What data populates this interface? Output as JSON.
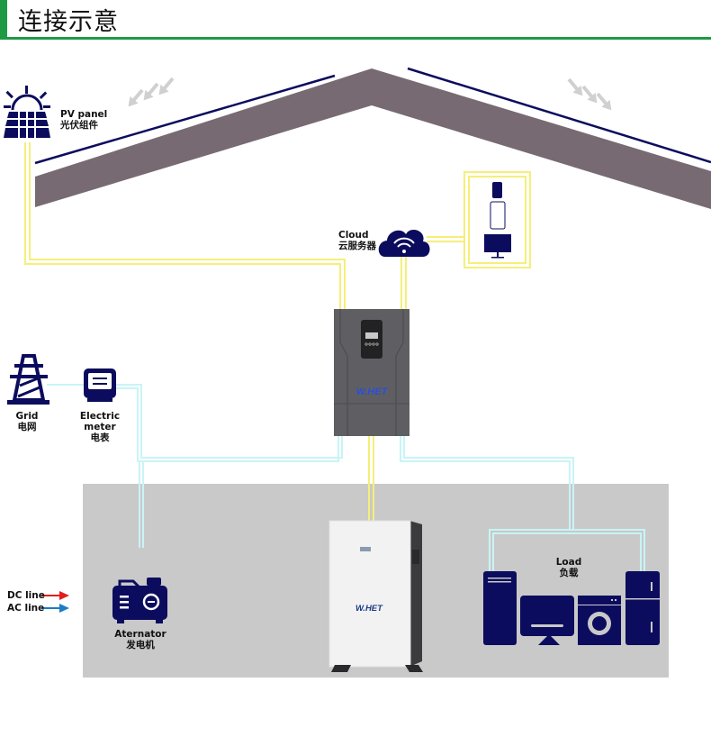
{
  "header": {
    "title": "连接示意",
    "accent_color": "#1e9a45"
  },
  "colors": {
    "icon_navy": "#0c0c5e",
    "roof": "#776a72",
    "dc_wire": "#f5ef7a",
    "ac_wire": "#c8f4f6",
    "floor": "#c9c9c9",
    "dc_legend": "#e21d1d",
    "ac_legend": "#1b7dc4"
  },
  "components": {
    "pv_panel": {
      "en": "PV panel",
      "zh": "光伏组件",
      "icon": "solar-panel-icon"
    },
    "cloud": {
      "en": "Cloud",
      "zh": "云服务器",
      "icon": "cloud-wifi-icon"
    },
    "devices": {
      "icons": [
        "phone-icon",
        "tablet-icon",
        "monitor-icon"
      ]
    },
    "inverter": {
      "brand": "W.HET",
      "icon": "inverter-icon"
    },
    "grid": {
      "en": "Grid",
      "zh": "电网",
      "icon": "power-tower-icon"
    },
    "meter": {
      "en": "Electric meter",
      "zh": "电表",
      "icon": "electric-meter-icon"
    },
    "battery": {
      "brand": "W.HET",
      "icon": "battery-icon"
    },
    "alternator": {
      "en": "Aternator",
      "zh": "发电机",
      "icon": "generator-icon"
    },
    "load": {
      "en": "Load",
      "zh": "负载",
      "icons": [
        "pc-tower-icon",
        "tv-icon",
        "washing-machine-icon",
        "fridge-icon"
      ]
    }
  },
  "legend": {
    "dc": "DC line",
    "ac": "AC line"
  }
}
